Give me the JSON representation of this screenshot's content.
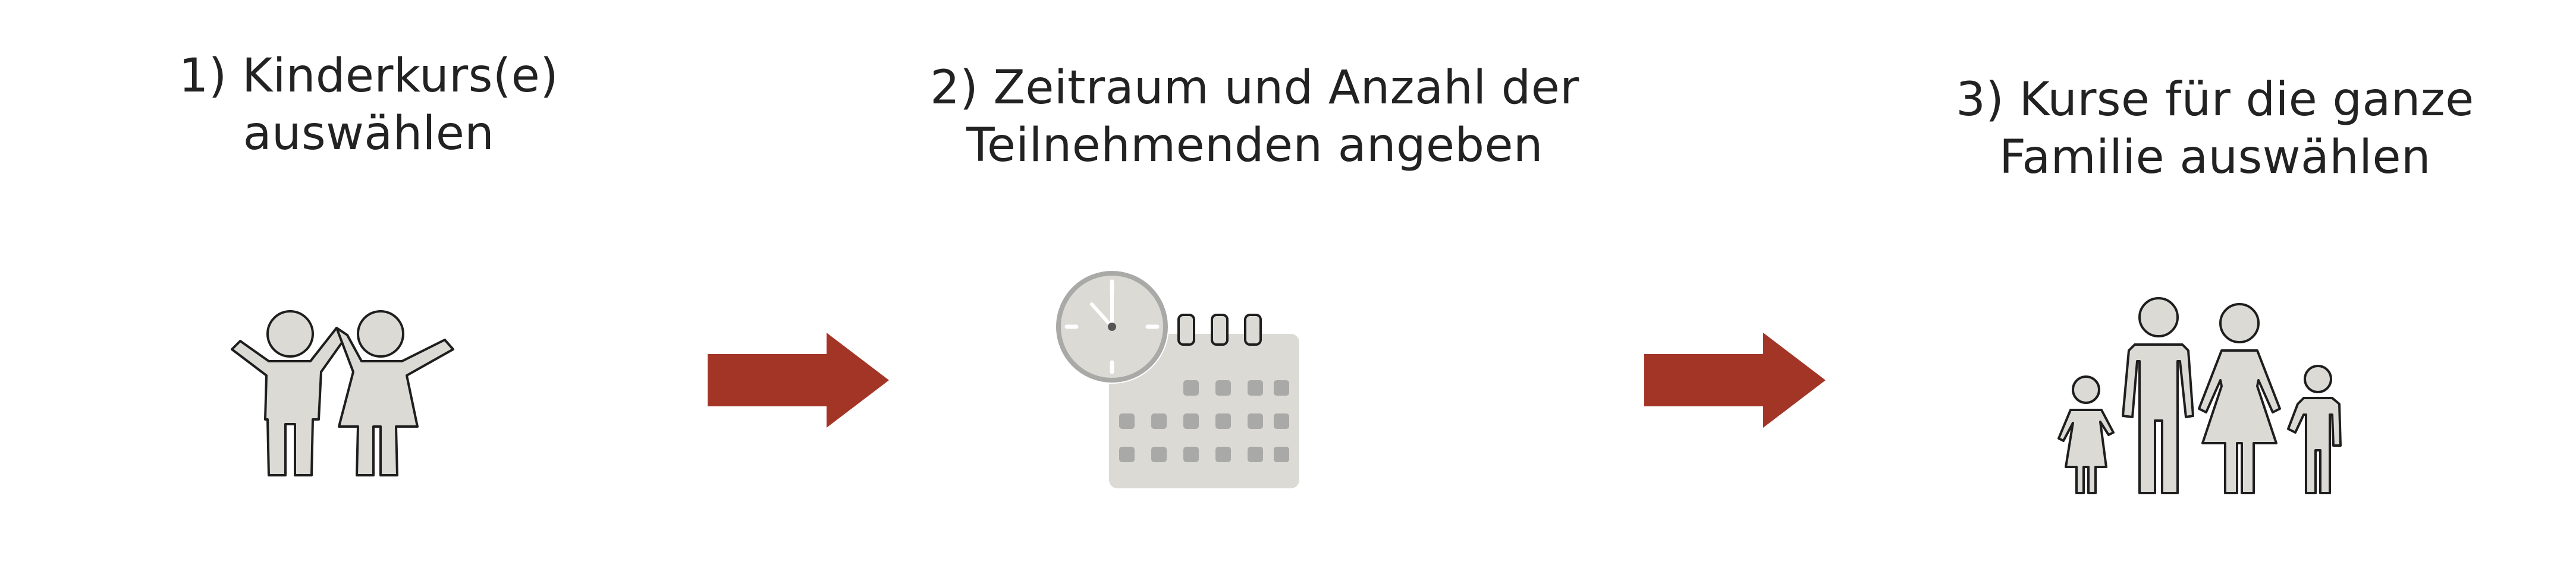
{
  "steps": [
    {
      "line1": "1) Kinderkurs(e)",
      "line2": "auswählen",
      "icon": "children-icon"
    },
    {
      "line1": "2) Zeitraum und Anzahl der",
      "line2": "Teilnehmenden angeben",
      "icon": "calendar-clock-icon"
    },
    {
      "line1": "3) Kurse für die ganze",
      "line2": "Familie auswählen",
      "icon": "family-icon"
    }
  ],
  "arrows": [
    "arrow-right-icon",
    "arrow-right-icon"
  ],
  "colors": {
    "text": "#222222",
    "arrow": "#a33527",
    "icon_fill": "#dcdad5",
    "icon_stroke": "#1e1e1e",
    "calendar_dots": "#a9a9a7"
  }
}
